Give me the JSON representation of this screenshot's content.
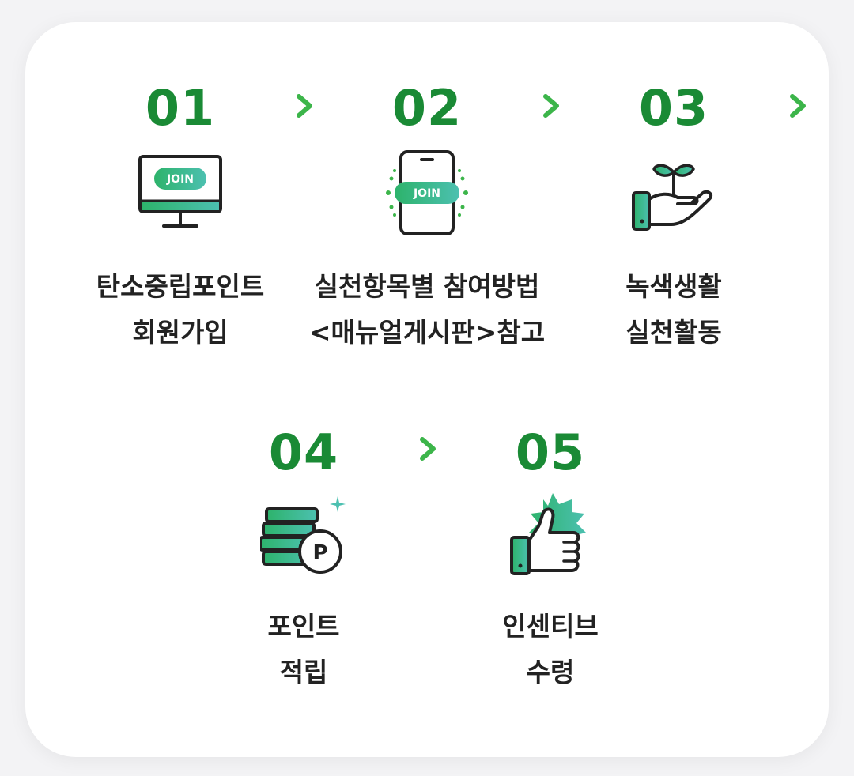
{
  "steps": [
    {
      "number": "01",
      "line1": "탄소중립포인트",
      "line2": "회원가입",
      "icon": "monitor-join-icon",
      "badge": "JOIN"
    },
    {
      "number": "02",
      "line1": "실천항목별 참여방법",
      "line2": "<매뉴얼게시판>참고",
      "icon": "phone-join-icon",
      "badge": "JOIN"
    },
    {
      "number": "03",
      "line1": "녹색생활",
      "line2": "실천활동",
      "icon": "sprout-hand-icon"
    },
    {
      "number": "04",
      "line1": "포인트",
      "line2": "적립",
      "icon": "coin-stack-icon",
      "badge": "P"
    },
    {
      "number": "05",
      "line1": "인센티브",
      "line2": "수령",
      "icon": "thumbs-up-icon"
    }
  ],
  "colors": {
    "accent": "#1a8a35",
    "arrow": "#3cb54a",
    "gradient_start": "#2db36b",
    "gradient_end": "#4cc0b0"
  }
}
